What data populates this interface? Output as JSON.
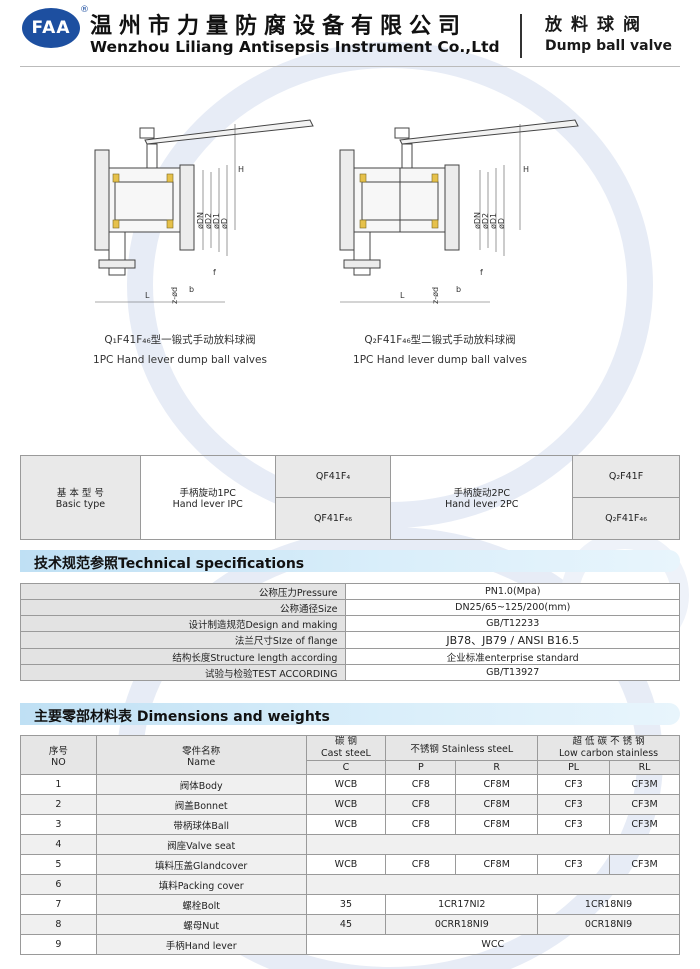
{
  "header": {
    "logo_text": "FAA",
    "registered_mark": "®",
    "company_cn": "温州市力量防腐设备有限公司",
    "company_en": "Wenzhou Liliang Antisepsis Instrument Co.,Ltd",
    "product_cn": "放料球阀",
    "product_en": "Dump ball valve"
  },
  "drawings": [
    {
      "caption_cn": "Q₁F41F₄₆型一锻式手动放料球阀",
      "caption_en": "1PC Hand lever dump ball valves"
    },
    {
      "caption_cn": "Q₂F41F₄₆型二锻式手动放料球阀",
      "caption_en": "1PC Hand lever dump ball valves"
    }
  ],
  "drawing_labels": {
    "H": "H",
    "DN": "øDN",
    "D2": "øD2",
    "D1": "øD1",
    "D": "øD",
    "L": "L",
    "b": "b",
    "f": "f",
    "nd": "z-ød"
  },
  "basic_type": {
    "label_cn": "基 本 型 号",
    "label_en": "Basic type",
    "one_piece_cn": "手柄旋动1PC",
    "one_piece_en": "Hand lever IPC",
    "model_a": "QF41F₄",
    "model_b": "QF41F₄₆",
    "two_piece_cn": "手柄旋动2PC",
    "two_piece_en": "Hand lever 2PC",
    "model_c": "Q₂F41F",
    "model_d": "Q₂F41F₄₆"
  },
  "tech": {
    "title": "技术规范参照Technical specifications",
    "rows": [
      {
        "label": "公称压力Pressure",
        "value": "PN1.0(Mpa)"
      },
      {
        "label": "公称通径Size",
        "value": "DN25/65~125/200(mm)"
      },
      {
        "label": "设计制造规范Design and making",
        "value": "GB/T12233"
      },
      {
        "label": "法兰尺寸SIze of flange",
        "value": "JB78、JB79 / ANSI B16.5"
      },
      {
        "label": "结构长度Structure length according",
        "value": "企业标准enterprise standard"
      },
      {
        "label": "试验与检验TEST ACCORDING",
        "value": "GB/T13927"
      }
    ]
  },
  "dims": {
    "title": "主要零部材料表 Dimensions and weights",
    "head": {
      "no_cn": "序号",
      "no_en": "NO",
      "name_cn": "零件名称",
      "name_en": "Name",
      "cast_cn": "碳  钢",
      "cast_en": "Cast  steeL",
      "stainless": "不锈钢  Stainless steeL",
      "lowc_cn": "超  低  碳  不  锈  钢",
      "lowc_en": "Low carbon stainless",
      "c": "C",
      "p": "P",
      "r": "R",
      "pl": "PL",
      "rl": "RL"
    },
    "rows": [
      {
        "no": "1",
        "name": "阀体Body",
        "c": "WCB",
        "p": "CF8",
        "r": "CF8M",
        "pl": "CF3",
        "rl": "CF3M"
      },
      {
        "no": "2",
        "name": "阀盖Bonnet",
        "c": "WCB",
        "p": "CF8",
        "r": "CF8M",
        "pl": "CF3",
        "rl": "CF3M"
      },
      {
        "no": "3",
        "name": "带柄球体Ball",
        "c": "WCB",
        "p": "CF8",
        "r": "CF8M",
        "pl": "CF3",
        "rl": "CF3M"
      },
      {
        "no": "4",
        "name": "阀座Valve seat"
      },
      {
        "no": "5",
        "name": "填料压盖Glandcover",
        "c": "WCB",
        "p": "CF8",
        "r": "CF8M",
        "pl": "CF3",
        "rl": "CF3M"
      },
      {
        "no": "6",
        "name": "填料Packing cover"
      },
      {
        "no": "7",
        "name": "螺栓Bolt",
        "c": "35",
        "pr": "1CR17NI2",
        "plrl": "1CR18NI9"
      },
      {
        "no": "8",
        "name": "螺母Nut",
        "c": "45",
        "pr": "0CRR18NI9",
        "plrl": "0CR18NI9"
      },
      {
        "no": "9",
        "name": "手柄Hand lever",
        "all": "WCC"
      }
    ]
  }
}
